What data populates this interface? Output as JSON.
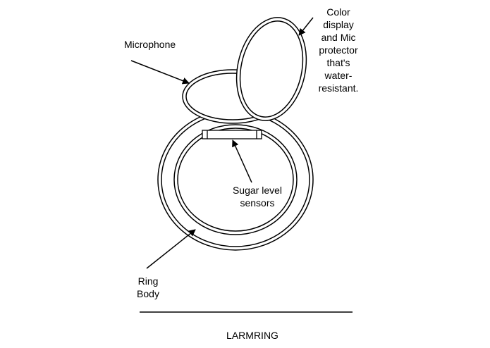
{
  "title": "LARMRING",
  "labels": {
    "microphone": "Microphone",
    "display": [
      "Color",
      "display",
      "and Mic",
      "protector",
      "that's",
      "water-",
      "resistant."
    ],
    "sensors": [
      "Sugar level",
      "sensors"
    ],
    "ring_body": [
      "Ring",
      "Body"
    ]
  },
  "colors": {
    "stroke": "#000000",
    "background": "#ffffff"
  }
}
